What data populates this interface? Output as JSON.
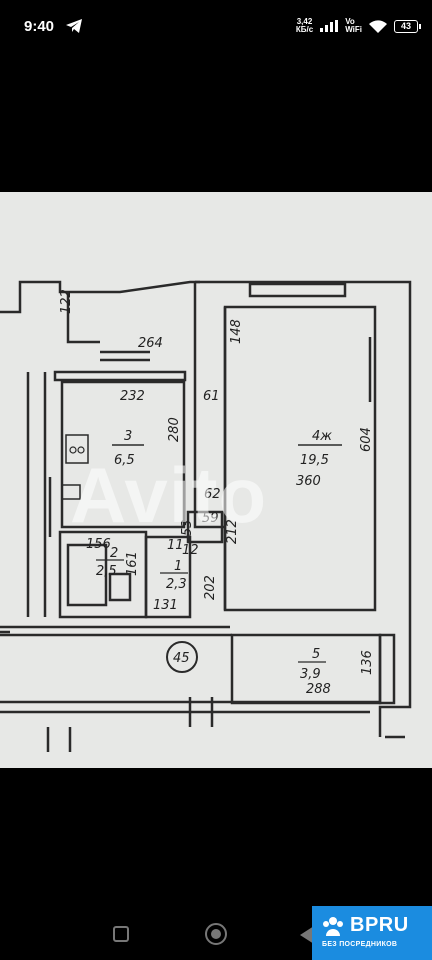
{
  "status_bar": {
    "time": "9:40",
    "speed_value": "3,42",
    "speed_unit": "КБ/с",
    "network_top": "Vo",
    "network_bottom": "WiFi",
    "battery_level": "43"
  },
  "floor_plan": {
    "watermark": "Avito",
    "dimensions": [
      "122",
      "264",
      "148",
      "232",
      "61",
      "280",
      "604",
      "360",
      "62",
      "59",
      "53",
      "212",
      "156",
      "11",
      "12",
      "161",
      "202",
      "131",
      "136",
      "288"
    ],
    "rooms": [
      {
        "number": "3",
        "area": "6,5"
      },
      {
        "number": "4ж",
        "area": "19,5"
      },
      {
        "number": "2",
        "area": "2,5"
      },
      {
        "number": "1",
        "area": "2,3"
      },
      {
        "number": "5",
        "area": "3,9"
      }
    ],
    "marker": "45"
  },
  "badge": {
    "logo": "BPRU",
    "subtitle": "БЕЗ ПОСРЕДНИКОВ"
  }
}
